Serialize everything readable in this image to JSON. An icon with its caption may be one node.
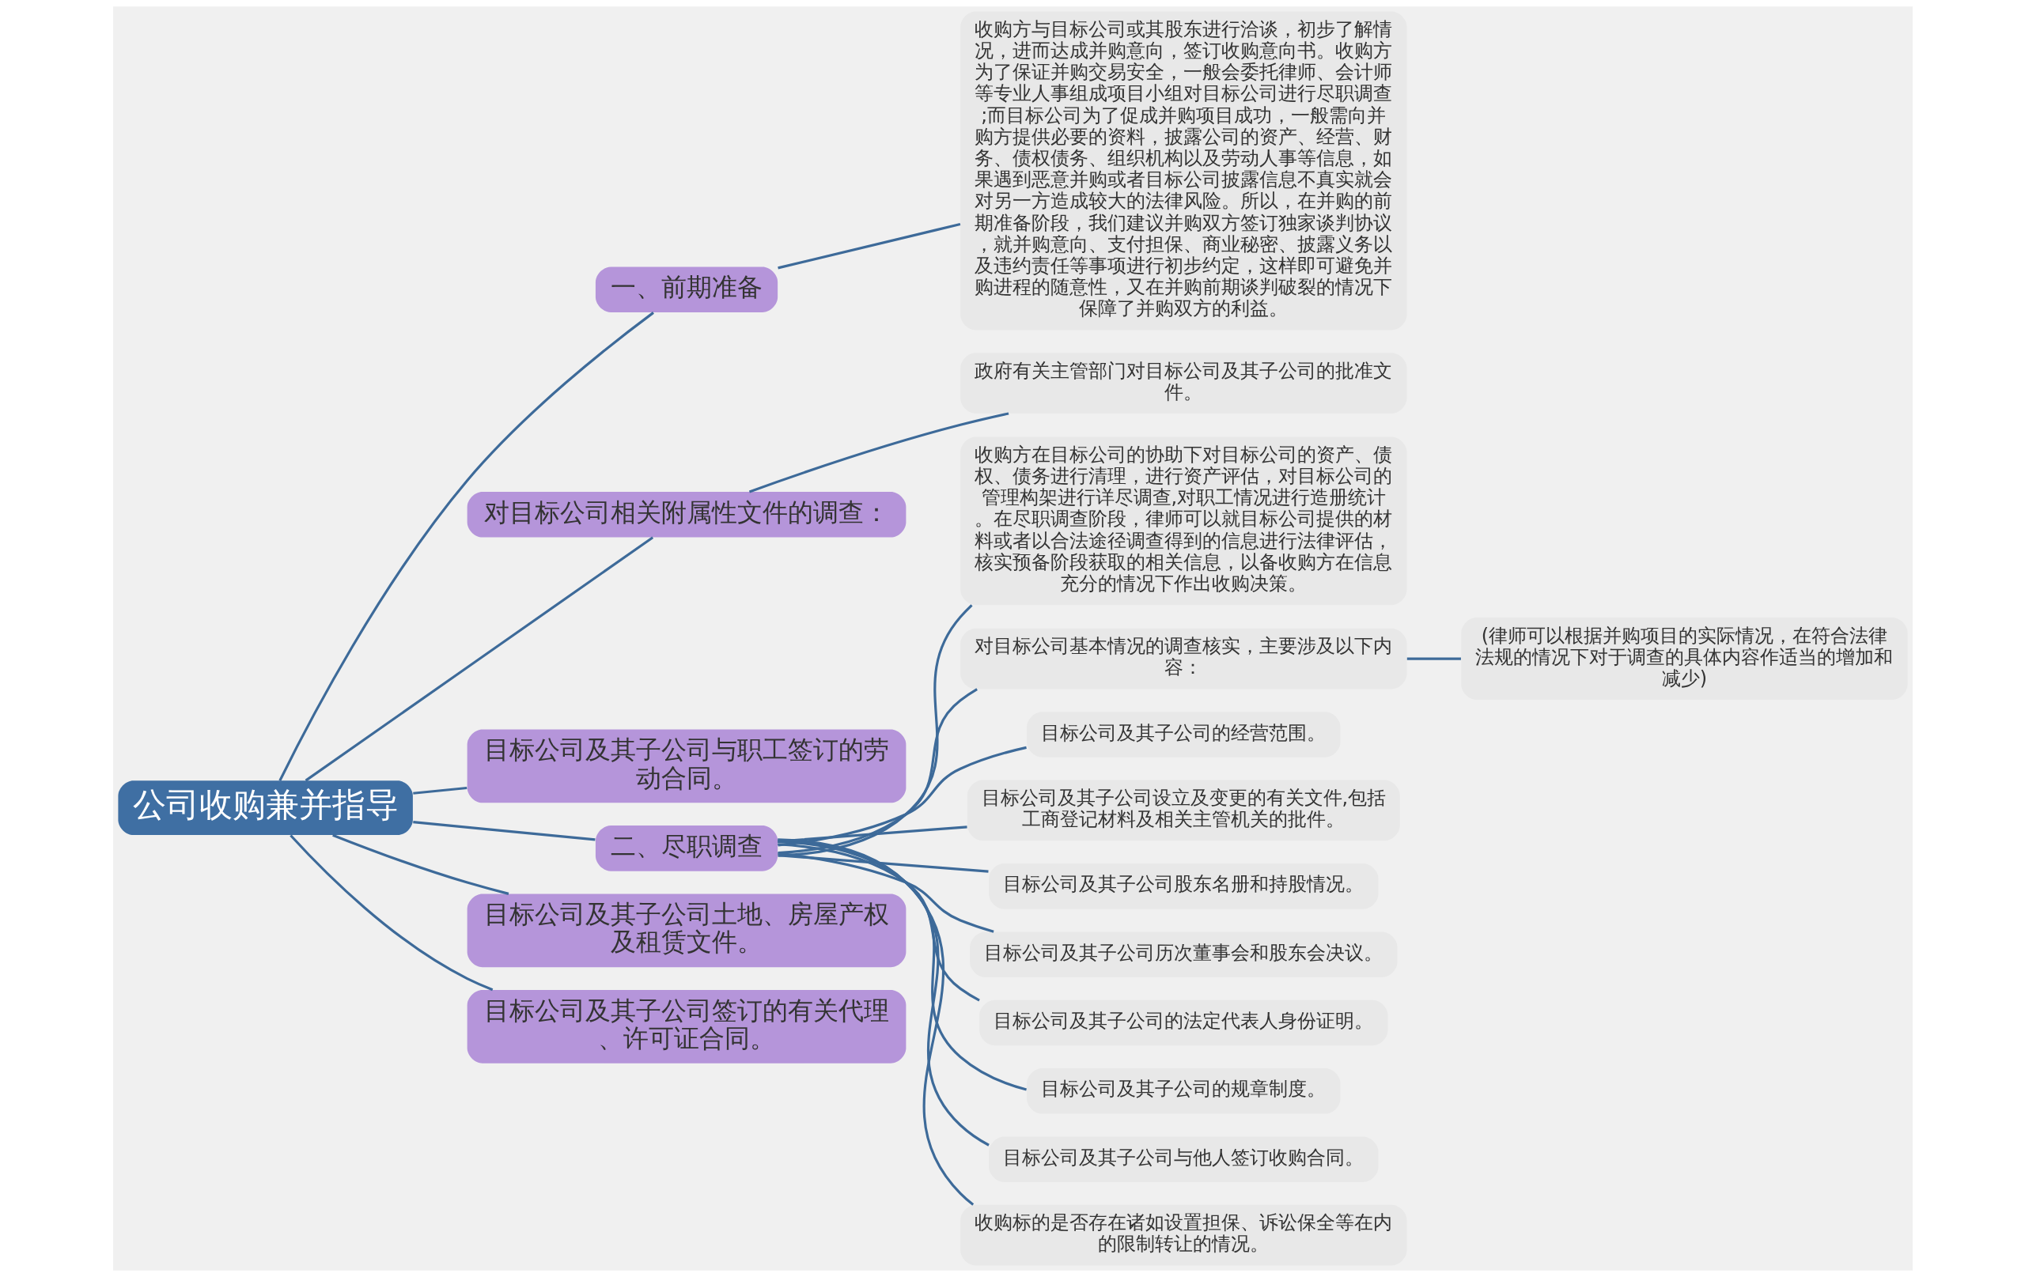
{
  "diagram": {
    "nodes": [
      {
        "text": [
          "公司收购兼并指导"
        ]
      },
      {
        "text": [
          "一、前期准备"
        ]
      },
      {
        "text": [
          "收购方与目标公司或其股东进行洽谈，初步了解情况，进而达成并购意向，签订收购意向书。收购方为了保证并购交易安全，一般会委托律师、会计师等专业人事组成项目小组对目标公司进行尽职调查;而目标公司为了促成并购项目成功，一般需向并购方提供必要的资料，披露公司的资产、经营、财务、债权债务、组织机构以及劳动人事等信息，如果遇到恶意并购或者目标公司披露信息不真实就会对另一方造成较大的法律风险。所以，在并购的前期准备阶段，我们建议并购双方签订独家谈判协议，就并购意向、支付担保、商业秘密、披露义务以及违约责任等事项进行初步约定，这样即可避免并购进程的随意性，又在并购前期谈判破裂的情况下保障了并购双方的利益。"
        ]
      },
      {
        "text": [
          "对目标公司相关附属性文件的调查："
        ]
      },
      {
        "text": [
          "政府有关主管部门对目标公司及其子公司的批准文件。"
        ]
      },
      {
        "text": [
          "目标公司及其子公司与职工签订的劳动合同。"
        ]
      },
      {
        "text": [
          "二、尽职调查"
        ]
      },
      {
        "text": [
          "收购方在目标公司的协助下对目标公司的资产、债权、债务进行清理，进行资产评估，对目标公司的管理构架进行详尽调查,对职工情况进行造册统计。在尽职调查阶段，律师可以就目标公司提供的材料或者以合法途径调查得到的信息进行法律评估，核实预备阶段获取的相关信息，以备收购方在信息充分的情况下作出收购决策。"
        ]
      },
      {
        "text": [
          "对目标公司基本情况的调查核实，主要涉及以下内容："
        ]
      },
      {
        "text": [
          "(律师可以根据并购项目的实际情况，在符合法律法规的情况下对于调查的具体内容作适当的增加和减少)"
        ]
      },
      {
        "text": [
          "目标公司及其子公司的经营范围。"
        ]
      },
      {
        "text": [
          "目标公司及其子公司设立及变更的有关文件,包括工商登记材料及相关主管机关的批件。"
        ]
      },
      {
        "text": [
          "目标公司及其子公司股东名册和持股情况。"
        ]
      },
      {
        "text": [
          "目标公司及其子公司历次董事会和股东会决议。"
        ]
      },
      {
        "text": [
          "目标公司及其子公司的法定代表人身份证明。"
        ]
      },
      {
        "text": [
          "目标公司及其子公司的规章制度。"
        ]
      },
      {
        "text": [
          "目标公司及其子公司与他人签订收购合同。"
        ]
      },
      {
        "text": [
          "收购标的是否存在诸如设置担保、诉讼保全等在内的限制转让的情况。"
        ]
      },
      {
        "text": [
          "目标公司及其子公司土地、房屋产权及租赁文件。"
        ]
      },
      {
        "text": [
          "目标公司及其子公司签订的有关代理、许可证合同。"
        ]
      }
    ],
    "edges": [
      {
        "from": 0,
        "to": 1,
        "arrow": "none"
      },
      {
        "from": 1,
        "to": 2,
        "arrow": "none"
      },
      {
        "from": 0,
        "to": 3,
        "arrow": "none"
      },
      {
        "from": 3,
        "to": 4,
        "arrow": "none"
      },
      {
        "from": 0,
        "to": 5,
        "arrow": "none"
      },
      {
        "from": 0,
        "to": 6,
        "arrow": "none"
      },
      {
        "from": 6,
        "to": 7,
        "arrow": "none"
      },
      {
        "from": 6,
        "to": 8,
        "arrow": "none"
      },
      {
        "from": 8,
        "to": 9,
        "arrow": "none"
      },
      {
        "from": 6,
        "to": 10,
        "arrow": "none"
      },
      {
        "from": 6,
        "to": 11,
        "arrow": "none"
      },
      {
        "from": 6,
        "to": 12,
        "arrow": "none"
      },
      {
        "from": 6,
        "to": 13,
        "arrow": "none"
      },
      {
        "from": 6,
        "to": 14,
        "arrow": "none"
      },
      {
        "from": 6,
        "to": 15,
        "arrow": "none"
      },
      {
        "from": 6,
        "to": 16,
        "arrow": "none"
      },
      {
        "from": 6,
        "to": 17,
        "arrow": "none"
      },
      {
        "from": 0,
        "to": 18,
        "arrow": "none"
      },
      {
        "from": 0,
        "to": 19,
        "arrow": "none"
      }
    ]
  }
}
